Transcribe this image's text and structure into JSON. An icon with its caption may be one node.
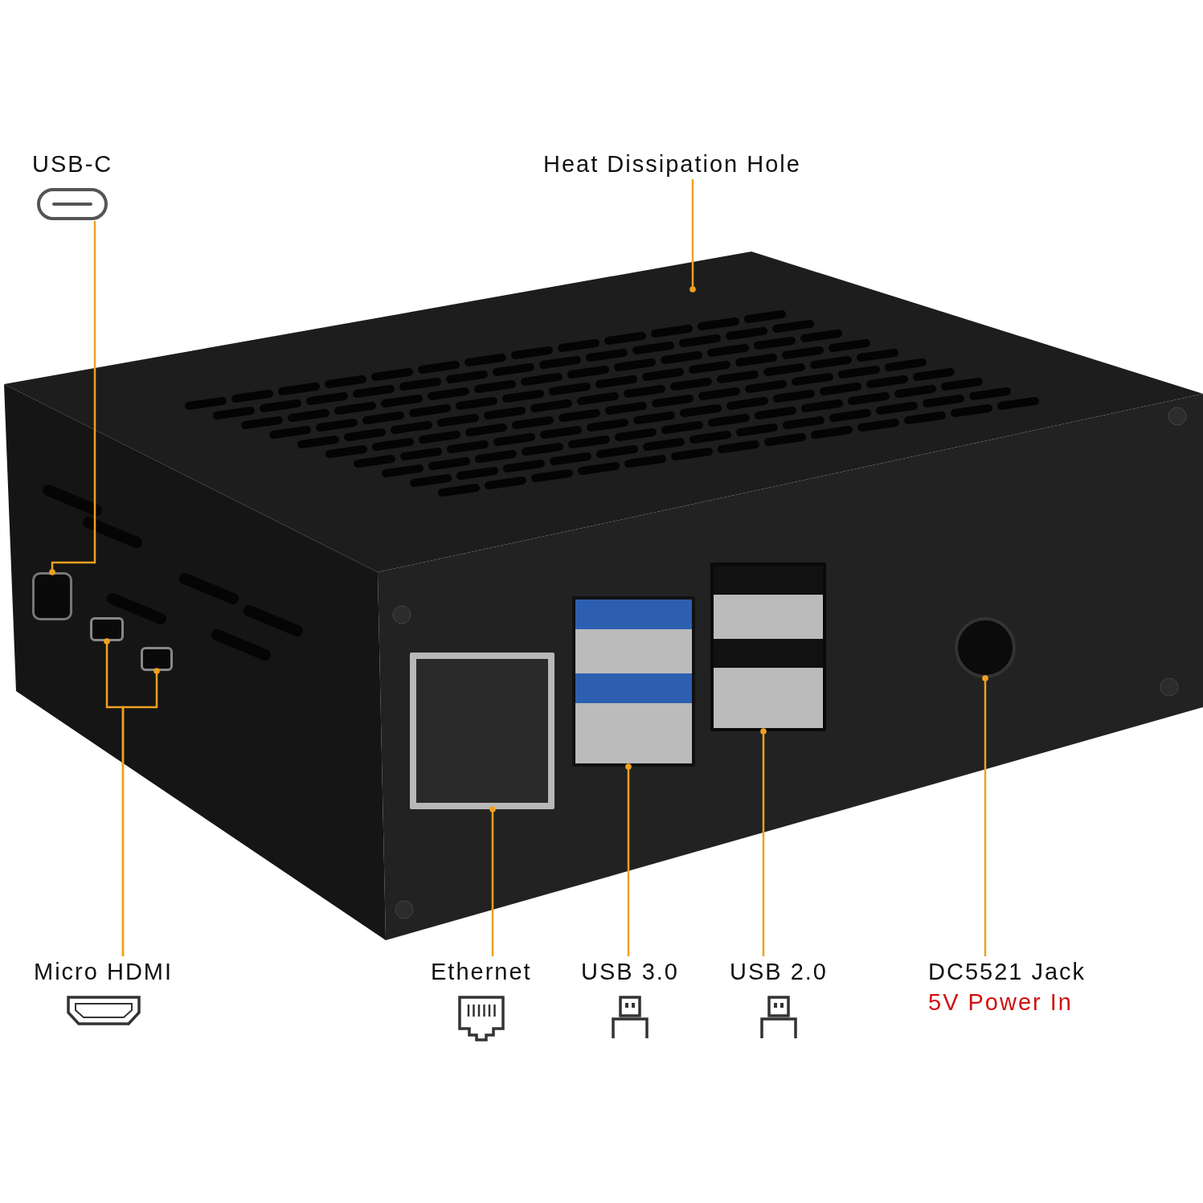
{
  "diagram": {
    "nodes": [
      {
        "text": [
          "USB-C"
        ]
      },
      {
        "text": [],
        "shape": "box"
      },
      {
        "text": [
          "Heat Dissipation Hole"
        ]
      },
      {
        "text": [],
        "shape": "box"
      },
      {
        "text": [
          "Micro HDMI"
        ]
      },
      {
        "text": [],
        "shape": "box"
      },
      {
        "text": [],
        "shape": "box"
      },
      {
        "text": [
          "Ethernet"
        ]
      },
      {
        "text": [],
        "shape": "box"
      },
      {
        "text": [
          "USB 3.0"
        ]
      },
      {
        "text": [],
        "shape": "box"
      },
      {
        "text": [
          "USB 2.0"
        ]
      },
      {
        "text": [],
        "shape": "box"
      },
      {
        "text": [
          "DC5521 Jack",
          "5V Power In"
        ]
      },
      {
        "text": [],
        "shape": "circle"
      }
    ],
    "edges": [
      {
        "from": 0,
        "to": 1,
        "arrow": "other"
      },
      {
        "from": 2,
        "to": 3,
        "arrow": "other"
      },
      {
        "from": 4,
        "to": 5,
        "arrow": "other"
      },
      {
        "from": 4,
        "to": 6,
        "arrow": "other"
      },
      {
        "from": 7,
        "to": 8,
        "arrow": "other"
      },
      {
        "from": 9,
        "to": 10,
        "arrow": "other"
      },
      {
        "from": 11,
        "to": 12,
        "arrow": "other"
      },
      {
        "from": 13,
        "to": 14,
        "arrow": "other"
      }
    ]
  }
}
